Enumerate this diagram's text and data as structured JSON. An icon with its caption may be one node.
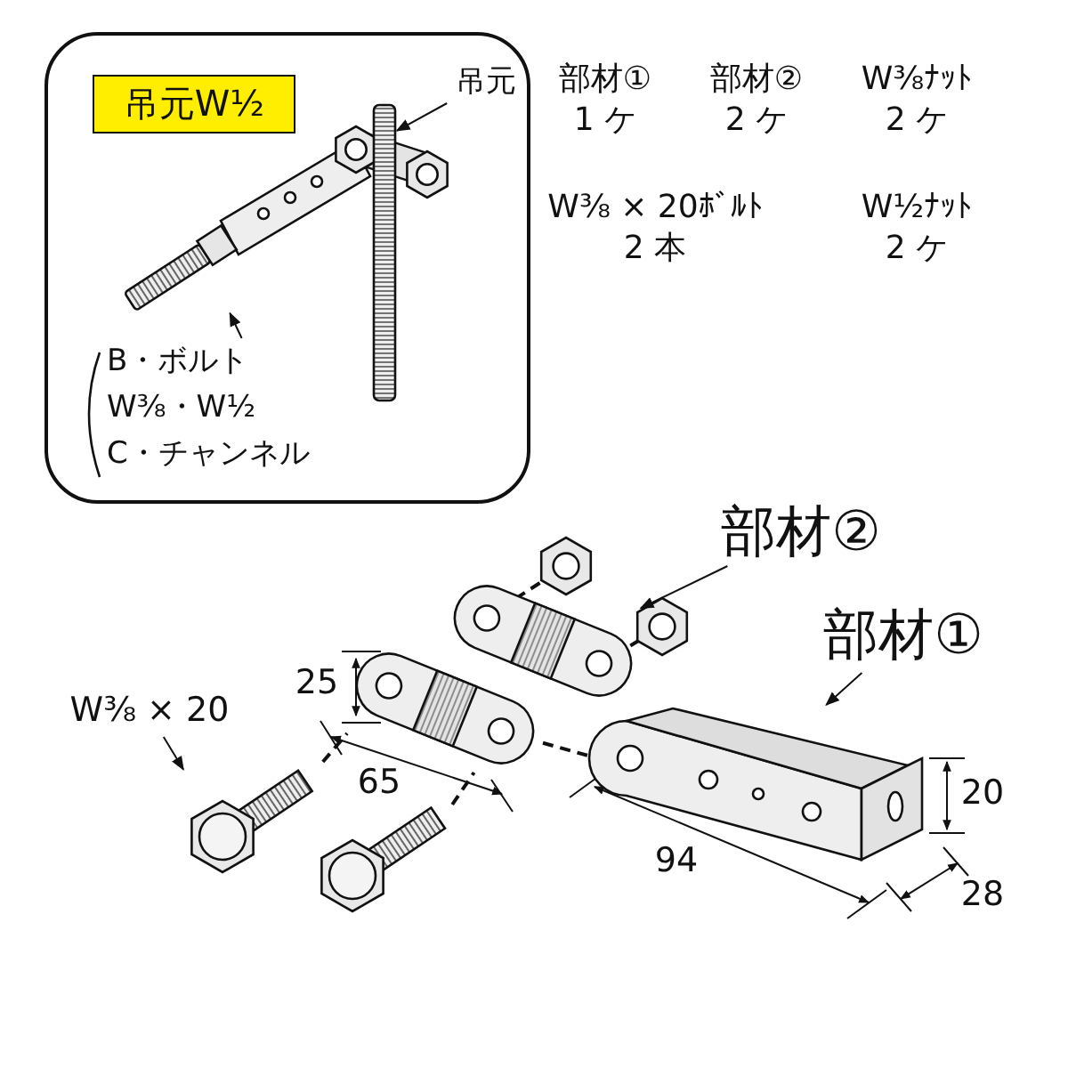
{
  "diagram": {
    "nodes": [
      {
        "text": [],
        "shape": "box"
      },
      {
        "text": [
          "吊元W½"
        ],
        "in": 0
      },
      {
        "text": [
          "吊元"
        ],
        "in": 0
      },
      {
        "text": [],
        "shape": "bar",
        "in": 0
      },
      {
        "text": [
          "B・ボルト",
          "W⅜・W½",
          "C・チャンネル"
        ],
        "in": 0
      },
      {
        "text": [],
        "shape": "bar",
        "in": 0
      },
      {
        "text": [
          "部材②"
        ]
      },
      {
        "text": [],
        "shape": "picture"
      },
      {
        "text": [
          "部材①"
        ]
      },
      {
        "text": [],
        "shape": "picture"
      },
      {
        "text": [
          "W⅜ × 20"
        ]
      },
      {
        "text": [],
        "shape": "bar"
      },
      {
        "text": [],
        "shape": "picture"
      },
      {
        "text": [],
        "shape": "bar"
      }
    ],
    "edges": [
      {
        "from": 2,
        "to": 3,
        "arrow": "to"
      },
      {
        "from": 4,
        "to": 5,
        "arrow": "to"
      },
      {
        "from": 6,
        "to": 7,
        "arrow": "to"
      },
      {
        "from": 8,
        "to": 9,
        "arrow": "to"
      },
      {
        "from": 10,
        "to": 11,
        "arrow": "to"
      },
      {
        "from": 11,
        "to": 12,
        "arrow": "none",
        "style": "dashed"
      },
      {
        "from": 13,
        "to": 12,
        "arrow": "none",
        "style": "dashed"
      },
      {
        "from": 12,
        "to": 9,
        "arrow": "none",
        "style": "dashed"
      }
    ],
    "labels": [
      "部材①",
      "1 ケ",
      "部材②",
      "2 ケ",
      "W⅜ﾅｯﾄ",
      "2 ケ",
      "W⅜ × 20ﾎﾞﾙﾄ",
      "2 本",
      "W½ﾅｯﾄ",
      "2 ケ",
      "25",
      "65",
      "94",
      "20",
      "28"
    ]
  }
}
